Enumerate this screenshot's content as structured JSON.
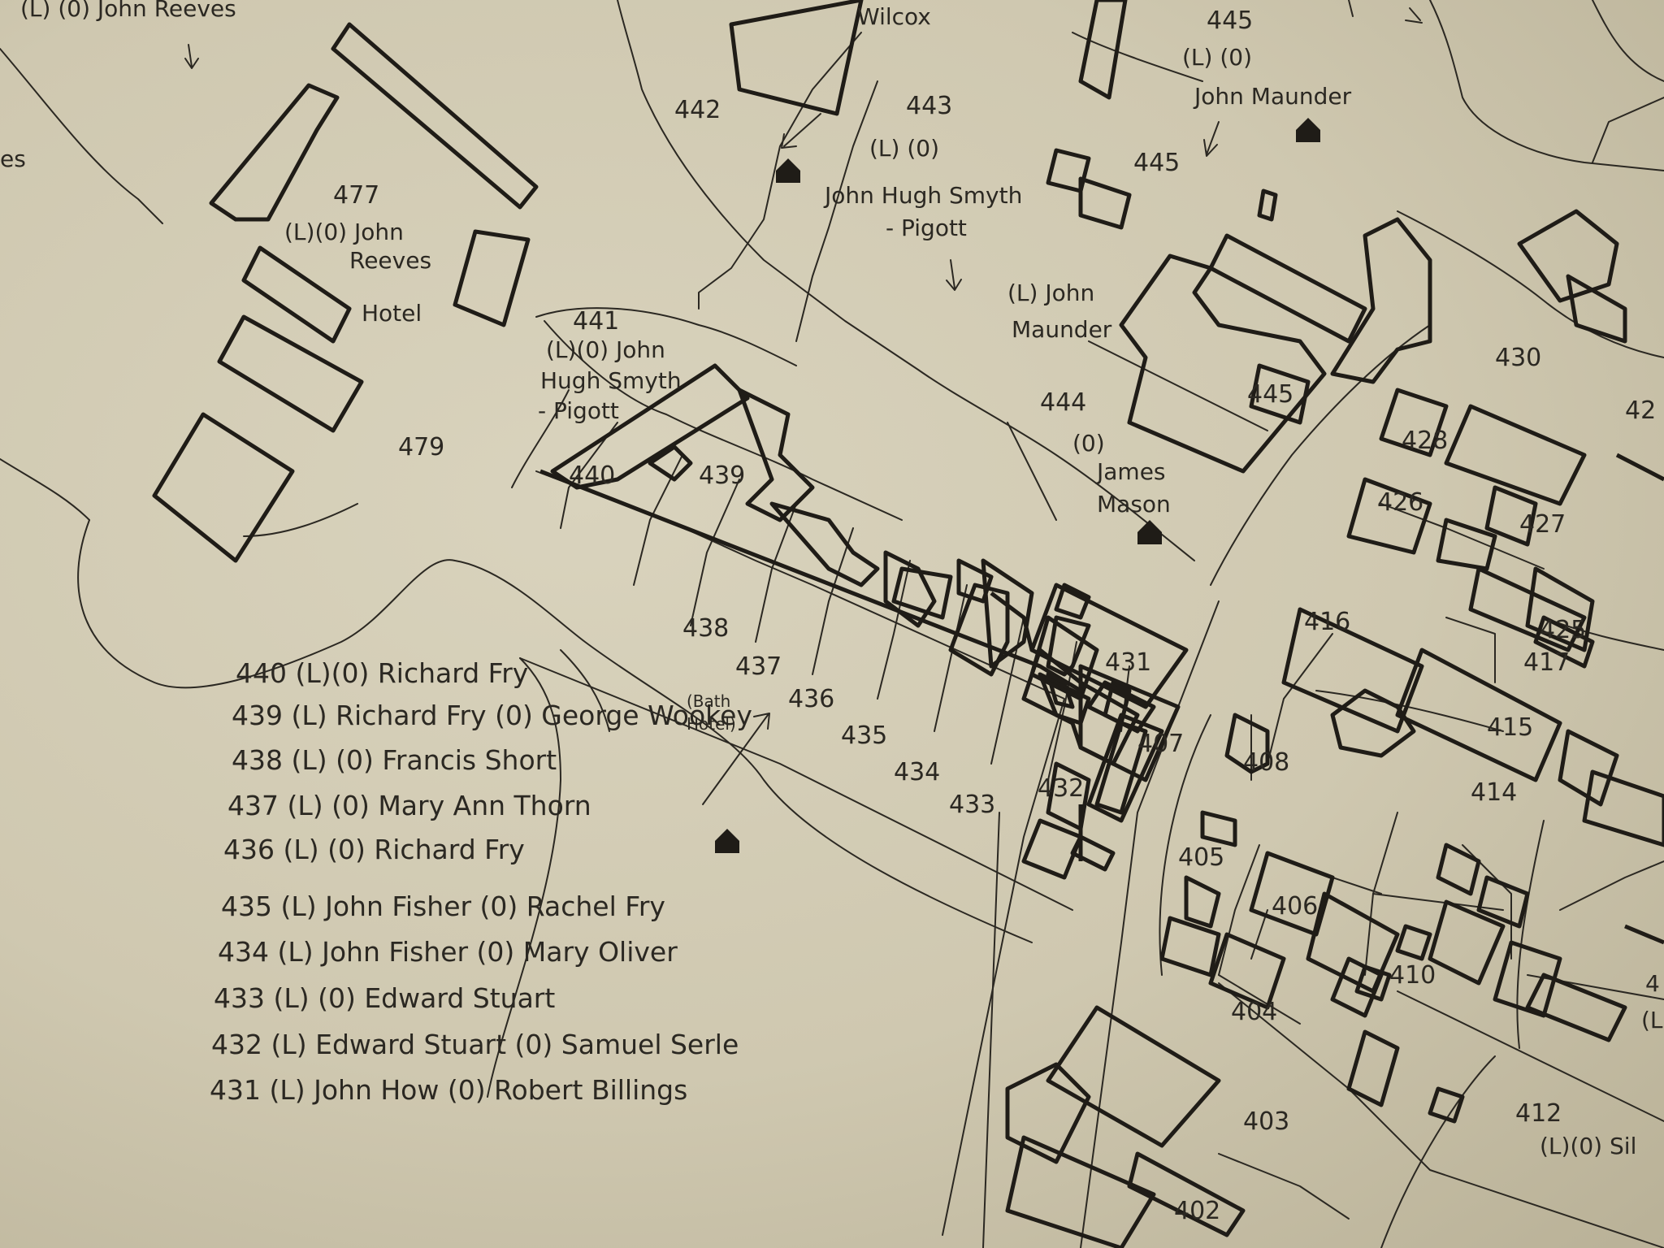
{
  "plots": [
    {
      "id": "p477",
      "text": "477"
    },
    {
      "id": "p479",
      "text": "479"
    },
    {
      "id": "p442",
      "text": "442"
    },
    {
      "id": "p443",
      "text": "443"
    },
    {
      "id": "p445a",
      "text": "445"
    },
    {
      "id": "p445b",
      "text": "445"
    },
    {
      "id": "p445c",
      "text": "445"
    },
    {
      "id": "p444",
      "text": "444"
    },
    {
      "id": "p441",
      "text": "441"
    },
    {
      "id": "p440",
      "text": "440"
    },
    {
      "id": "p439",
      "text": "439"
    },
    {
      "id": "p438",
      "text": "438"
    },
    {
      "id": "p437",
      "text": "437"
    },
    {
      "id": "p436",
      "text": "436"
    },
    {
      "id": "p435",
      "text": "435"
    },
    {
      "id": "p434",
      "text": "434"
    },
    {
      "id": "p433",
      "text": "433"
    },
    {
      "id": "p432",
      "text": "432"
    },
    {
      "id": "p431",
      "text": "431"
    },
    {
      "id": "p430",
      "text": "430"
    },
    {
      "id": "p428",
      "text": "428"
    },
    {
      "id": "p427",
      "text": "427"
    },
    {
      "id": "p426",
      "text": "426"
    },
    {
      "id": "p425",
      "text": "425"
    },
    {
      "id": "p417",
      "text": "417"
    },
    {
      "id": "p416",
      "text": "416"
    },
    {
      "id": "p415",
      "text": "415"
    },
    {
      "id": "p414",
      "text": "414"
    },
    {
      "id": "p412",
      "text": "412"
    },
    {
      "id": "p410",
      "text": "410"
    },
    {
      "id": "p408",
      "text": "408"
    },
    {
      "id": "p407",
      "text": "407"
    },
    {
      "id": "p406",
      "text": "406"
    },
    {
      "id": "p405",
      "text": "405"
    },
    {
      "id": "p404",
      "text": "404"
    },
    {
      "id": "p403",
      "text": "403"
    },
    {
      "id": "p402",
      "text": "402"
    },
    {
      "id": "p42x",
      "text": "42"
    }
  ],
  "annotations": {
    "top_reeves": "(L) (0) John Reeves",
    "wilcox": "Wilcox",
    "a445_lo": "(L) (0)",
    "a445_name": "John Maunder",
    "a443_lo": "(L) (0)",
    "a443_name1": "John Hugh Smyth",
    "a443_name2": "- Pigott",
    "a477_line1": "(L)(0) John",
    "a477_line2": "Reeves",
    "a477_hotel": "Hotel",
    "a441_line1": "(L)(0) John",
    "a441_line2": "Hugh Smyth",
    "a441_line3": "- Pigott",
    "a444_l1": "(L) John",
    "a444_l2": "Maunder",
    "a444_o": "(0)",
    "a444_n1": "James",
    "a444_n2": "Mason",
    "bath_1": "(Bath",
    "bath_2": "Hotel)",
    "a412_lo": "(L)(0) Sil",
    "edge_s": "es",
    "edge_4": "4",
    "edge_L": "(L"
  },
  "legend": [
    "440 (L)(0) Richard Fry",
    "439 (L) Richard Fry (0) George Wookey",
    "438 (L) (0) Francis Short",
    "437 (L) (0) Mary Ann Thorn",
    "436 (L) (0) Richard Fry",
    "435 (L) John Fisher (0) Rachel Fry",
    "434 (L) John Fisher (0) Mary Oliver",
    "433 (L) (0) Edward Stuart",
    "432 (L) Edward Stuart (0) Samuel Serle",
    "431 (L) John How (0) Robert Billings"
  ]
}
